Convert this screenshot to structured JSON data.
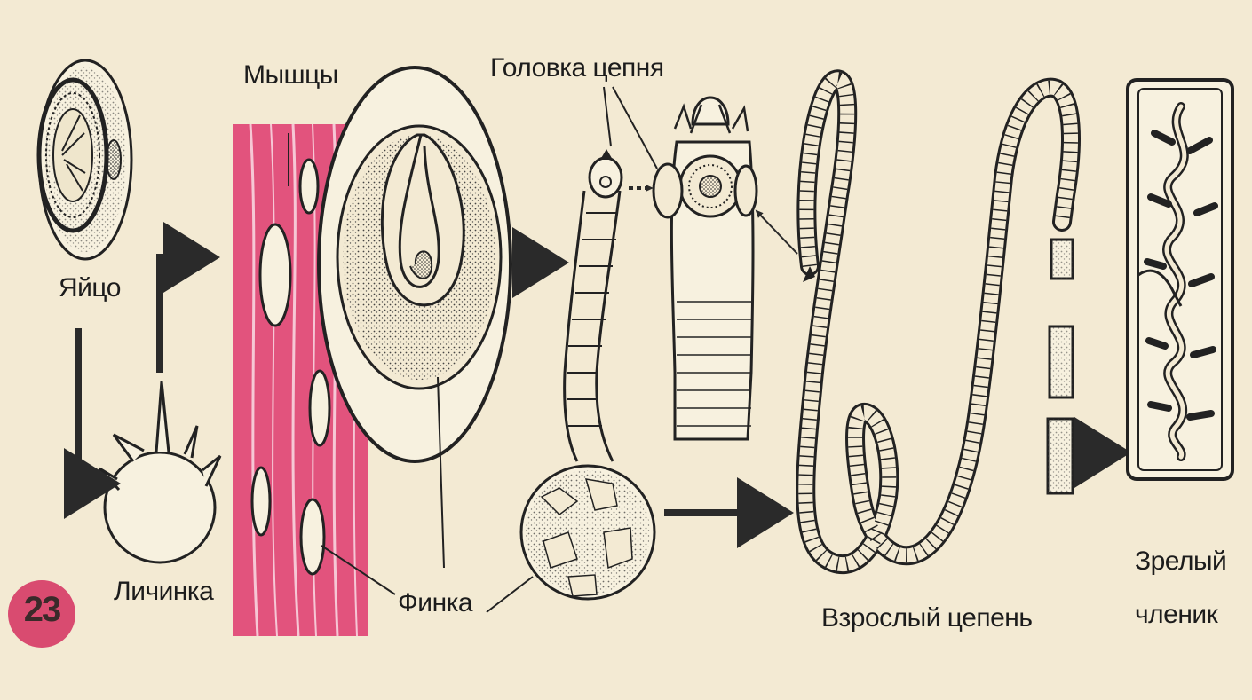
{
  "labels": {
    "egg": "Яйцо",
    "larva": "Личинка",
    "muscles": "Мышцы",
    "scolex": "Головка цепня",
    "finka": "Финка",
    "adult": "Взрослый цепень",
    "mature_segment_line1": "Зрелый",
    "mature_segment_line2": "членик"
  },
  "figure_number": "23",
  "colors": {
    "background": "#f3ead3",
    "muscle": "#e2537d",
    "badge": "#d94b70",
    "ink": "#1c1c1c"
  }
}
